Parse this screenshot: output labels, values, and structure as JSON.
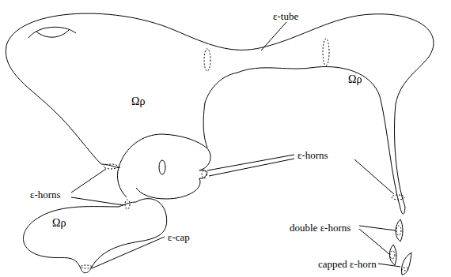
{
  "diagram": {
    "labels": [
      "ε-tube",
      "Ωρ",
      "Ωρ",
      "ε-horns",
      "ε-horns",
      "double ε-horns",
      "Ωρ",
      "ε-cap",
      "capped ε-horn"
    ]
  }
}
